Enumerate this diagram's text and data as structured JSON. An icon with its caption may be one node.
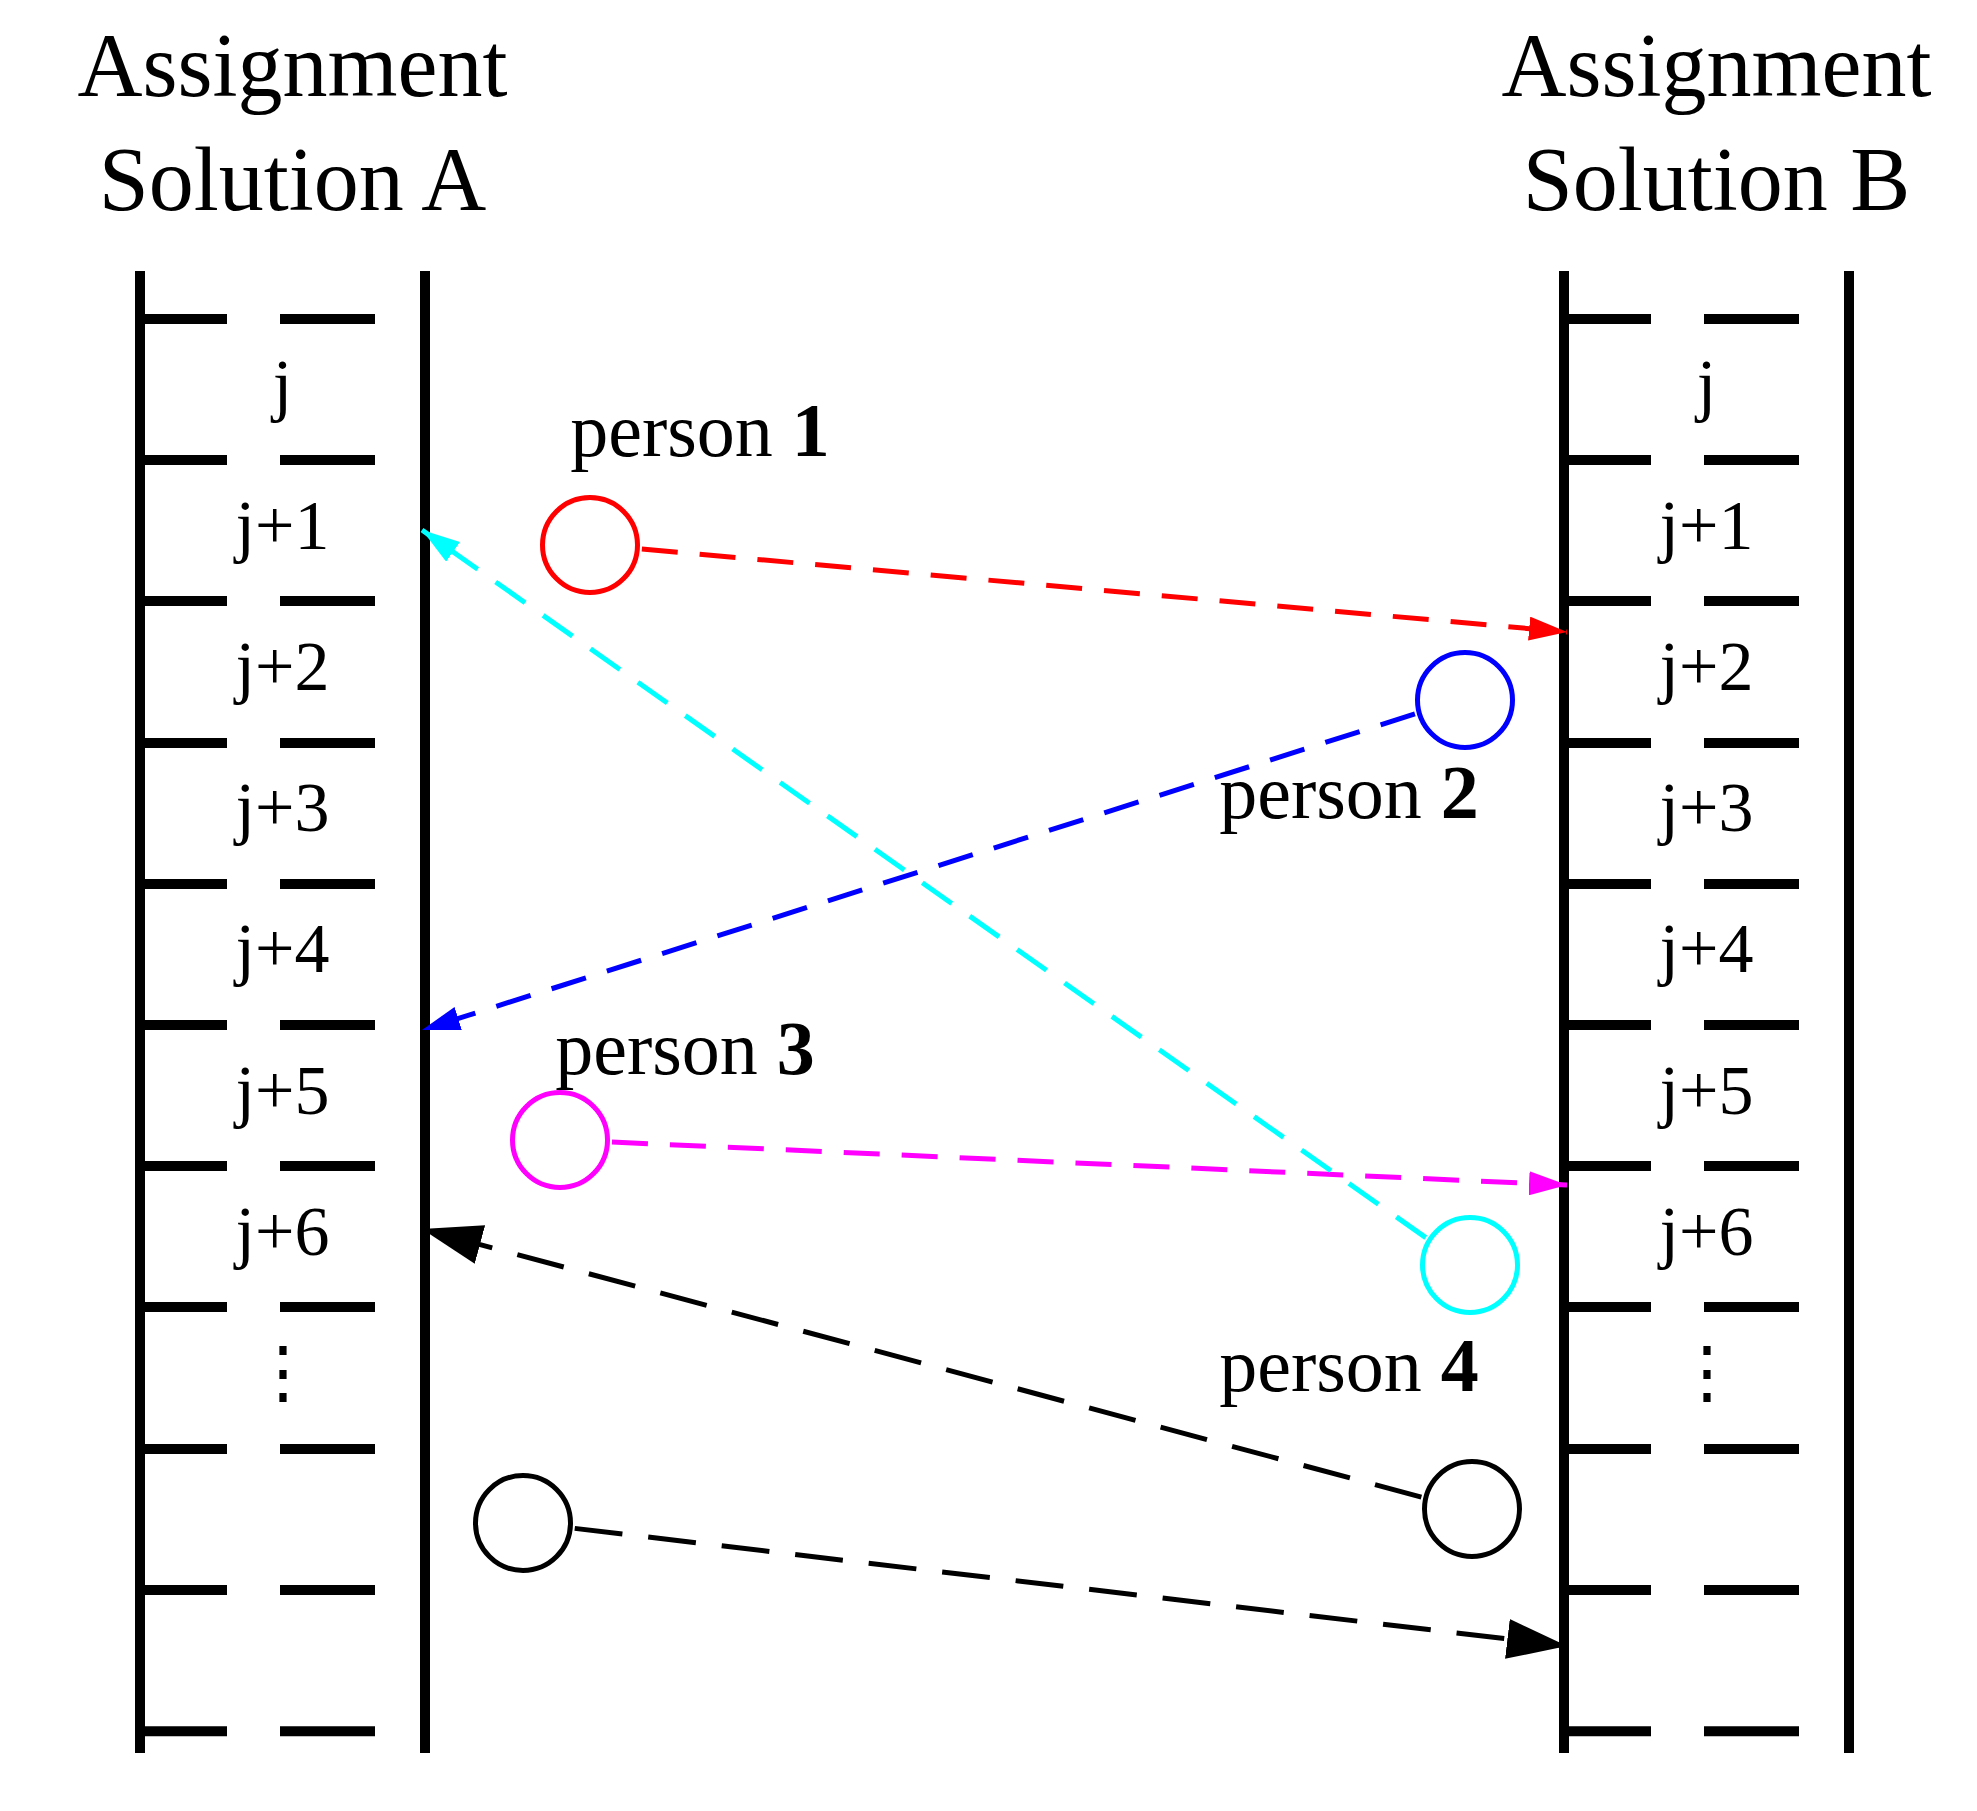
{
  "diagram": {
    "nodes": [
      {
        "text": [
          "Assignment Solution A"
        ]
      },
      {
        "text": [
          "j"
        ],
        "in": 0
      },
      {
        "text": [
          "j+1"
        ],
        "in": 0
      },
      {
        "text": [
          "j+2"
        ],
        "in": 0
      },
      {
        "text": [
          "j+3"
        ],
        "in": 0
      },
      {
        "text": [
          "j+4"
        ],
        "in": 0
      },
      {
        "text": [
          "j+5"
        ],
        "in": 0
      },
      {
        "text": [
          "j+6"
        ],
        "in": 0
      },
      {
        "text": [
          "⋮"
        ],
        "in": 0
      },
      {
        "text": [],
        "shape": "box",
        "in": 0
      },
      {
        "text": [],
        "shape": "box",
        "in": 0
      },
      {
        "text": [
          "Assignment Solution B"
        ]
      },
      {
        "text": [
          "j"
        ],
        "in": 11
      },
      {
        "text": [
          "j+1"
        ],
        "in": 11
      },
      {
        "text": [
          "j+2"
        ],
        "in": 11
      },
      {
        "text": [
          "j+3"
        ],
        "in": 11
      },
      {
        "text": [
          "j+4"
        ],
        "in": 11
      },
      {
        "text": [
          "j+5"
        ],
        "in": 11
      },
      {
        "text": [
          "j+6"
        ],
        "in": 11
      },
      {
        "text": [
          "⋮"
        ],
        "in": 11
      },
      {
        "text": [],
        "shape": "box",
        "in": 11
      },
      {
        "text": [],
        "shape": "box",
        "in": 11
      },
      {
        "text": [],
        "shape": "circle",
        "beside": [
          "person **1**"
        ]
      },
      {
        "text": [],
        "shape": "circle",
        "beside": [
          "person **2**"
        ]
      },
      {
        "text": [],
        "shape": "circle",
        "beside": [
          "person **3**"
        ]
      },
      {
        "text": [],
        "shape": "circle",
        "beside": [
          "person **4**"
        ]
      },
      {
        "text": [],
        "shape": "circle"
      },
      {
        "text": [],
        "shape": "circle"
      }
    ],
    "edges": [
      {
        "from": 22,
        "to": 14,
        "arrow": "to",
        "style": "dashed",
        "color": "#ff0000"
      },
      {
        "from": 23,
        "to": 6,
        "arrow": "to",
        "style": "dashed",
        "color": "#0000ff"
      },
      {
        "from": 24,
        "to": 18,
        "arrow": "to",
        "style": "dashed",
        "color": "#ff00ff"
      },
      {
        "from": 25,
        "to": 2,
        "arrow": "to",
        "style": "dashed",
        "color": "#00ffff"
      },
      {
        "from": 27,
        "to": 7,
        "arrow": "to",
        "style": "dashed",
        "color": "#000000"
      },
      {
        "from": 26,
        "to": 21,
        "arrow": "to",
        "style": "dashed",
        "color": "#000000"
      }
    ]
  }
}
